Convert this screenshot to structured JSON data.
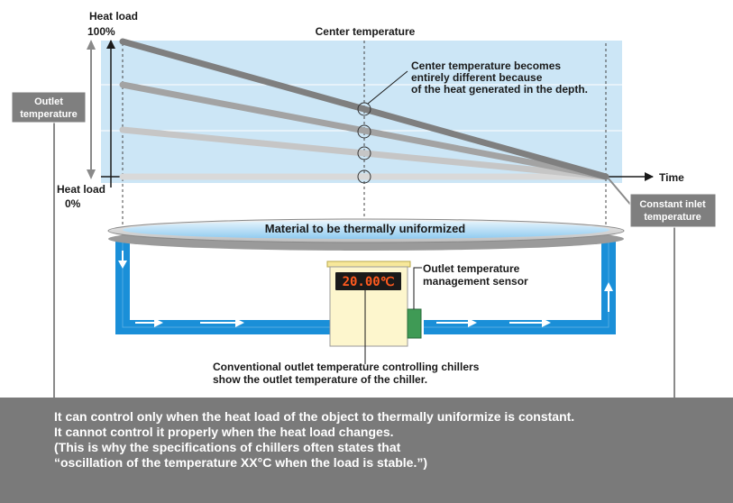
{
  "heat_load": {
    "title": "Heat load",
    "top": "100%",
    "bottom_title": "Heat load",
    "bottom": "0%"
  },
  "center_temperature_label": "Center temperature",
  "center_note": [
    "Center temperature becomes",
    "entirely different because",
    "of the heat generated in the depth."
  ],
  "time_label": "Time",
  "outlet_temperature_tag": [
    "Outlet",
    "temperature"
  ],
  "constant_inlet_tag": [
    "Constant inlet",
    "temperature"
  ],
  "material_label": "Material to be thermally uniformized",
  "display_value": "20.00℃",
  "sensor_label": [
    "Outlet temperature",
    "management sensor"
  ],
  "chiller_caption": [
    "Conventional outlet temperature controlling chillers",
    "show the outlet temperature of the chiller."
  ],
  "footer_lines": [
    "It can control only when the heat load of the object to thermally uniformize is constant.",
    "It cannot control it properly when the heat load changes.",
    "(This is why the specifications of chillers often states that",
    "“oscillation of the temperature XX°C when the load is stable.”)"
  ],
  "colors": {
    "plot_background": "#cce6f6",
    "gray_line_dark": "#7f7f7f",
    "gray_line_mid": "#a3a3a3",
    "gray_line_light": "#c6c6c6",
    "gray_line_faint": "#d9d9d9",
    "pipe_blue": "#1a8fd8",
    "chiller_body": "#fdf6cd",
    "sensor_green": "#3f9a55",
    "footer_gray": "#7a7a7a"
  }
}
